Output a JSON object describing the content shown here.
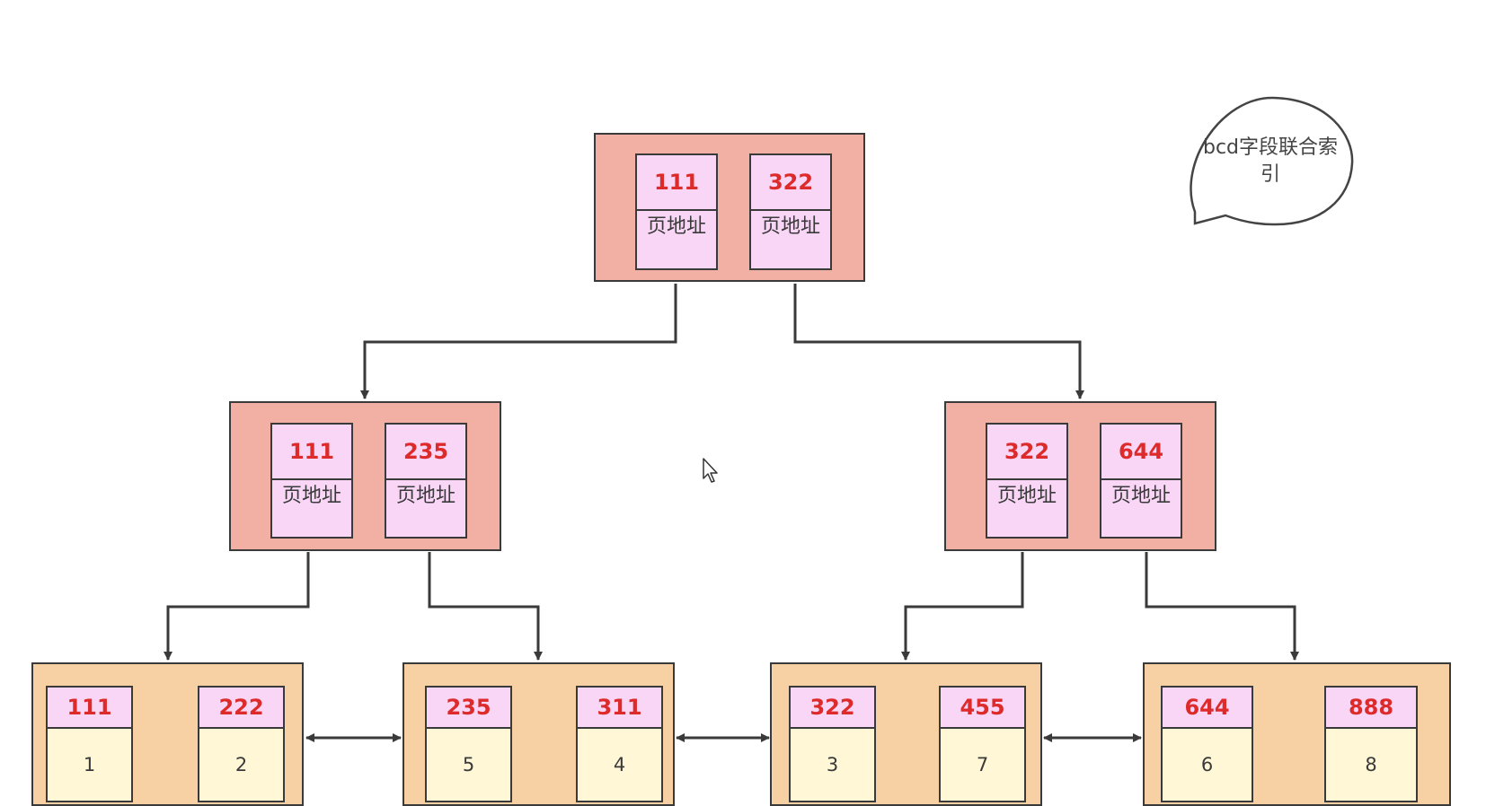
{
  "tree": {
    "root": {
      "cells": [
        {
          "key": "111",
          "addr": "页地址"
        },
        {
          "key": "322",
          "addr": "页地址"
        }
      ]
    },
    "level1": [
      {
        "cells": [
          {
            "key": "111",
            "addr": "页地址"
          },
          {
            "key": "235",
            "addr": "页地址"
          }
        ]
      },
      {
        "cells": [
          {
            "key": "322",
            "addr": "页地址"
          },
          {
            "key": "644",
            "addr": "页地址"
          }
        ]
      }
    ],
    "leaves": [
      {
        "cells": [
          {
            "key": "111",
            "val": "1"
          },
          {
            "key": "222",
            "val": "2"
          }
        ]
      },
      {
        "cells": [
          {
            "key": "235",
            "val": "5"
          },
          {
            "key": "311",
            "val": "4"
          }
        ]
      },
      {
        "cells": [
          {
            "key": "322",
            "val": "3"
          },
          {
            "key": "455",
            "val": "7"
          }
        ]
      },
      {
        "cells": [
          {
            "key": "644",
            "val": "6"
          },
          {
            "key": "888",
            "val": "8"
          }
        ]
      }
    ]
  },
  "callout": {
    "text": "bcd字段联合索引"
  },
  "colors": {
    "internal_fill": "#f2b0a4",
    "leaf_fill": "#f7d0a3",
    "key_fill": "#f9d6f6",
    "value_fill": "#fff7d6",
    "key_text": "#dd2a2a",
    "stroke": "#3a3a3a"
  }
}
